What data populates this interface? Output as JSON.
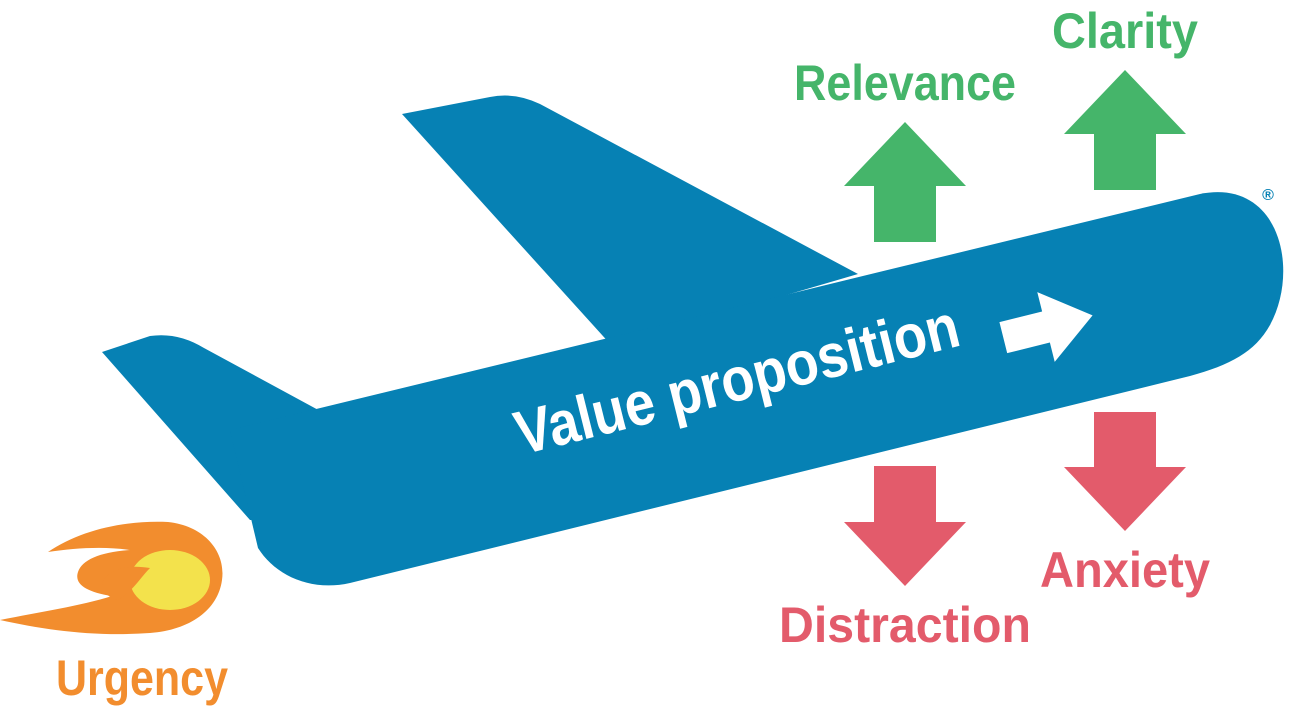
{
  "diagram": {
    "center_label": "Value proposition",
    "boosters": [
      {
        "label": "Relevance",
        "direction": "up",
        "color": "#45b56a"
      },
      {
        "label": "Clarity",
        "direction": "up",
        "color": "#45b56a"
      }
    ],
    "drags": [
      {
        "label": "Distraction",
        "direction": "down",
        "color": "#e35b6b"
      },
      {
        "label": "Anxiety",
        "direction": "down",
        "color": "#e35b6b"
      }
    ],
    "propulsion": {
      "label": "Urgency",
      "color": "#f28d2e",
      "core_color": "#f3e24c"
    },
    "plane_color": "#0681b4",
    "registered_mark": "®"
  }
}
